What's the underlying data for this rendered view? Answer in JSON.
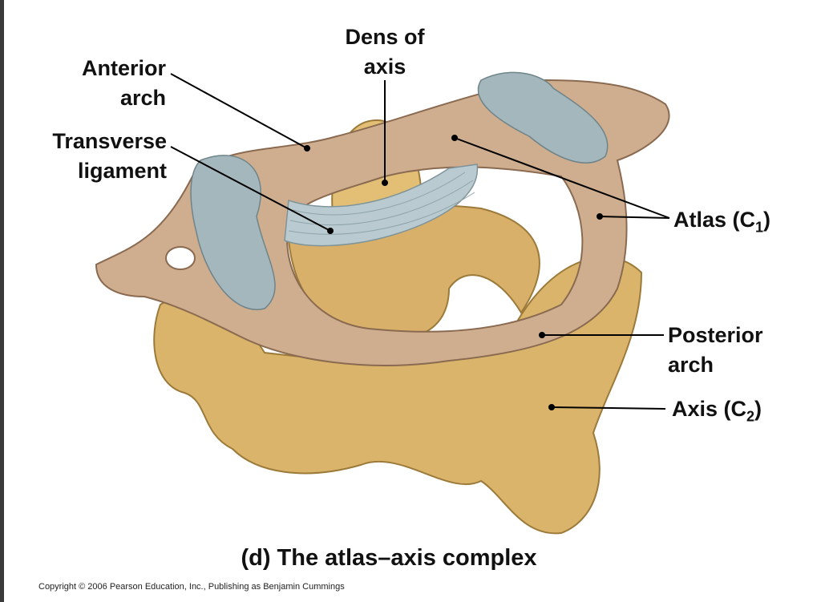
{
  "labels": {
    "dens": [
      "Dens of",
      "axis"
    ],
    "anterior_arch": [
      "Anterior",
      "arch"
    ],
    "transverse_ligament": [
      "Transverse",
      "ligament"
    ],
    "atlas": {
      "text": "Atlas (C",
      "sub": "1",
      "close": ")"
    },
    "posterior_arch": [
      "Posterior",
      "arch"
    ],
    "axis": {
      "text": "Axis (C",
      "sub": "2",
      "close": ")"
    }
  },
  "caption": "(d)  The atlas–axis complex",
  "copyright": "Copyright © 2006 Pearson Education, Inc., Publishing as Benjamin Cummings",
  "colors": {
    "axis_bone": "#d9b46a",
    "atlas_bone": "#cfae90",
    "cartilage": "#a3b7bc",
    "ligament": "#b9cbd0"
  }
}
